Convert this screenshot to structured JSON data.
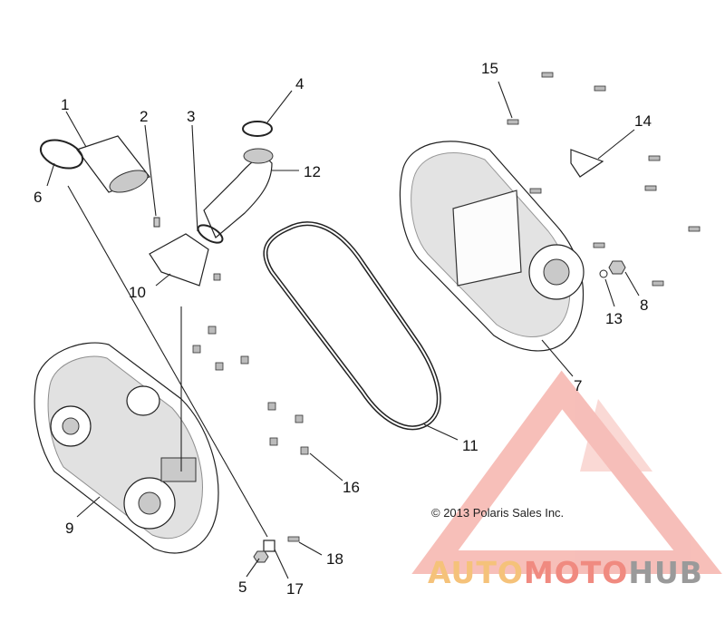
{
  "diagram": {
    "labels": [
      "1",
      "2",
      "3",
      "4",
      "5",
      "6",
      "7",
      "8",
      "9",
      "10",
      "11",
      "12",
      "13",
      "14",
      "15",
      "16",
      "17",
      "18"
    ],
    "copyright": "© 2013 Polaris Sales Inc."
  },
  "watermark": {
    "part1": "AUTO",
    "part2": "MOTO",
    "part3": "HUB",
    "colors": {
      "auto": "#f5c27a",
      "moto": "#f08a80",
      "hub": "#9a9a9a",
      "logo": "#f08a80"
    }
  }
}
